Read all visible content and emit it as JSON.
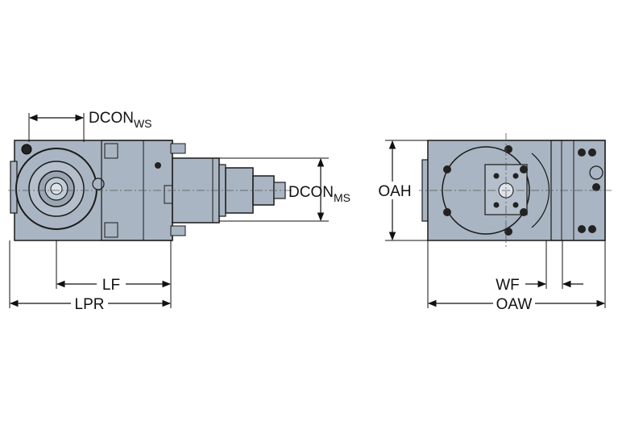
{
  "labels": {
    "dcon_ws": {
      "main": "DCON",
      "sub": "WS"
    },
    "dcon_ms": {
      "main": "DCON",
      "sub": "MS"
    },
    "lf": "LF",
    "lpr": "LPR",
    "oah": "OAH",
    "wf": "WF",
    "oaw": "OAW"
  },
  "colors": {
    "body": "#a9b5c2",
    "body_dark": "#8e9aa7",
    "outline": "#1a1a1a",
    "dim_line": "#111111",
    "centerline": "#555555"
  }
}
